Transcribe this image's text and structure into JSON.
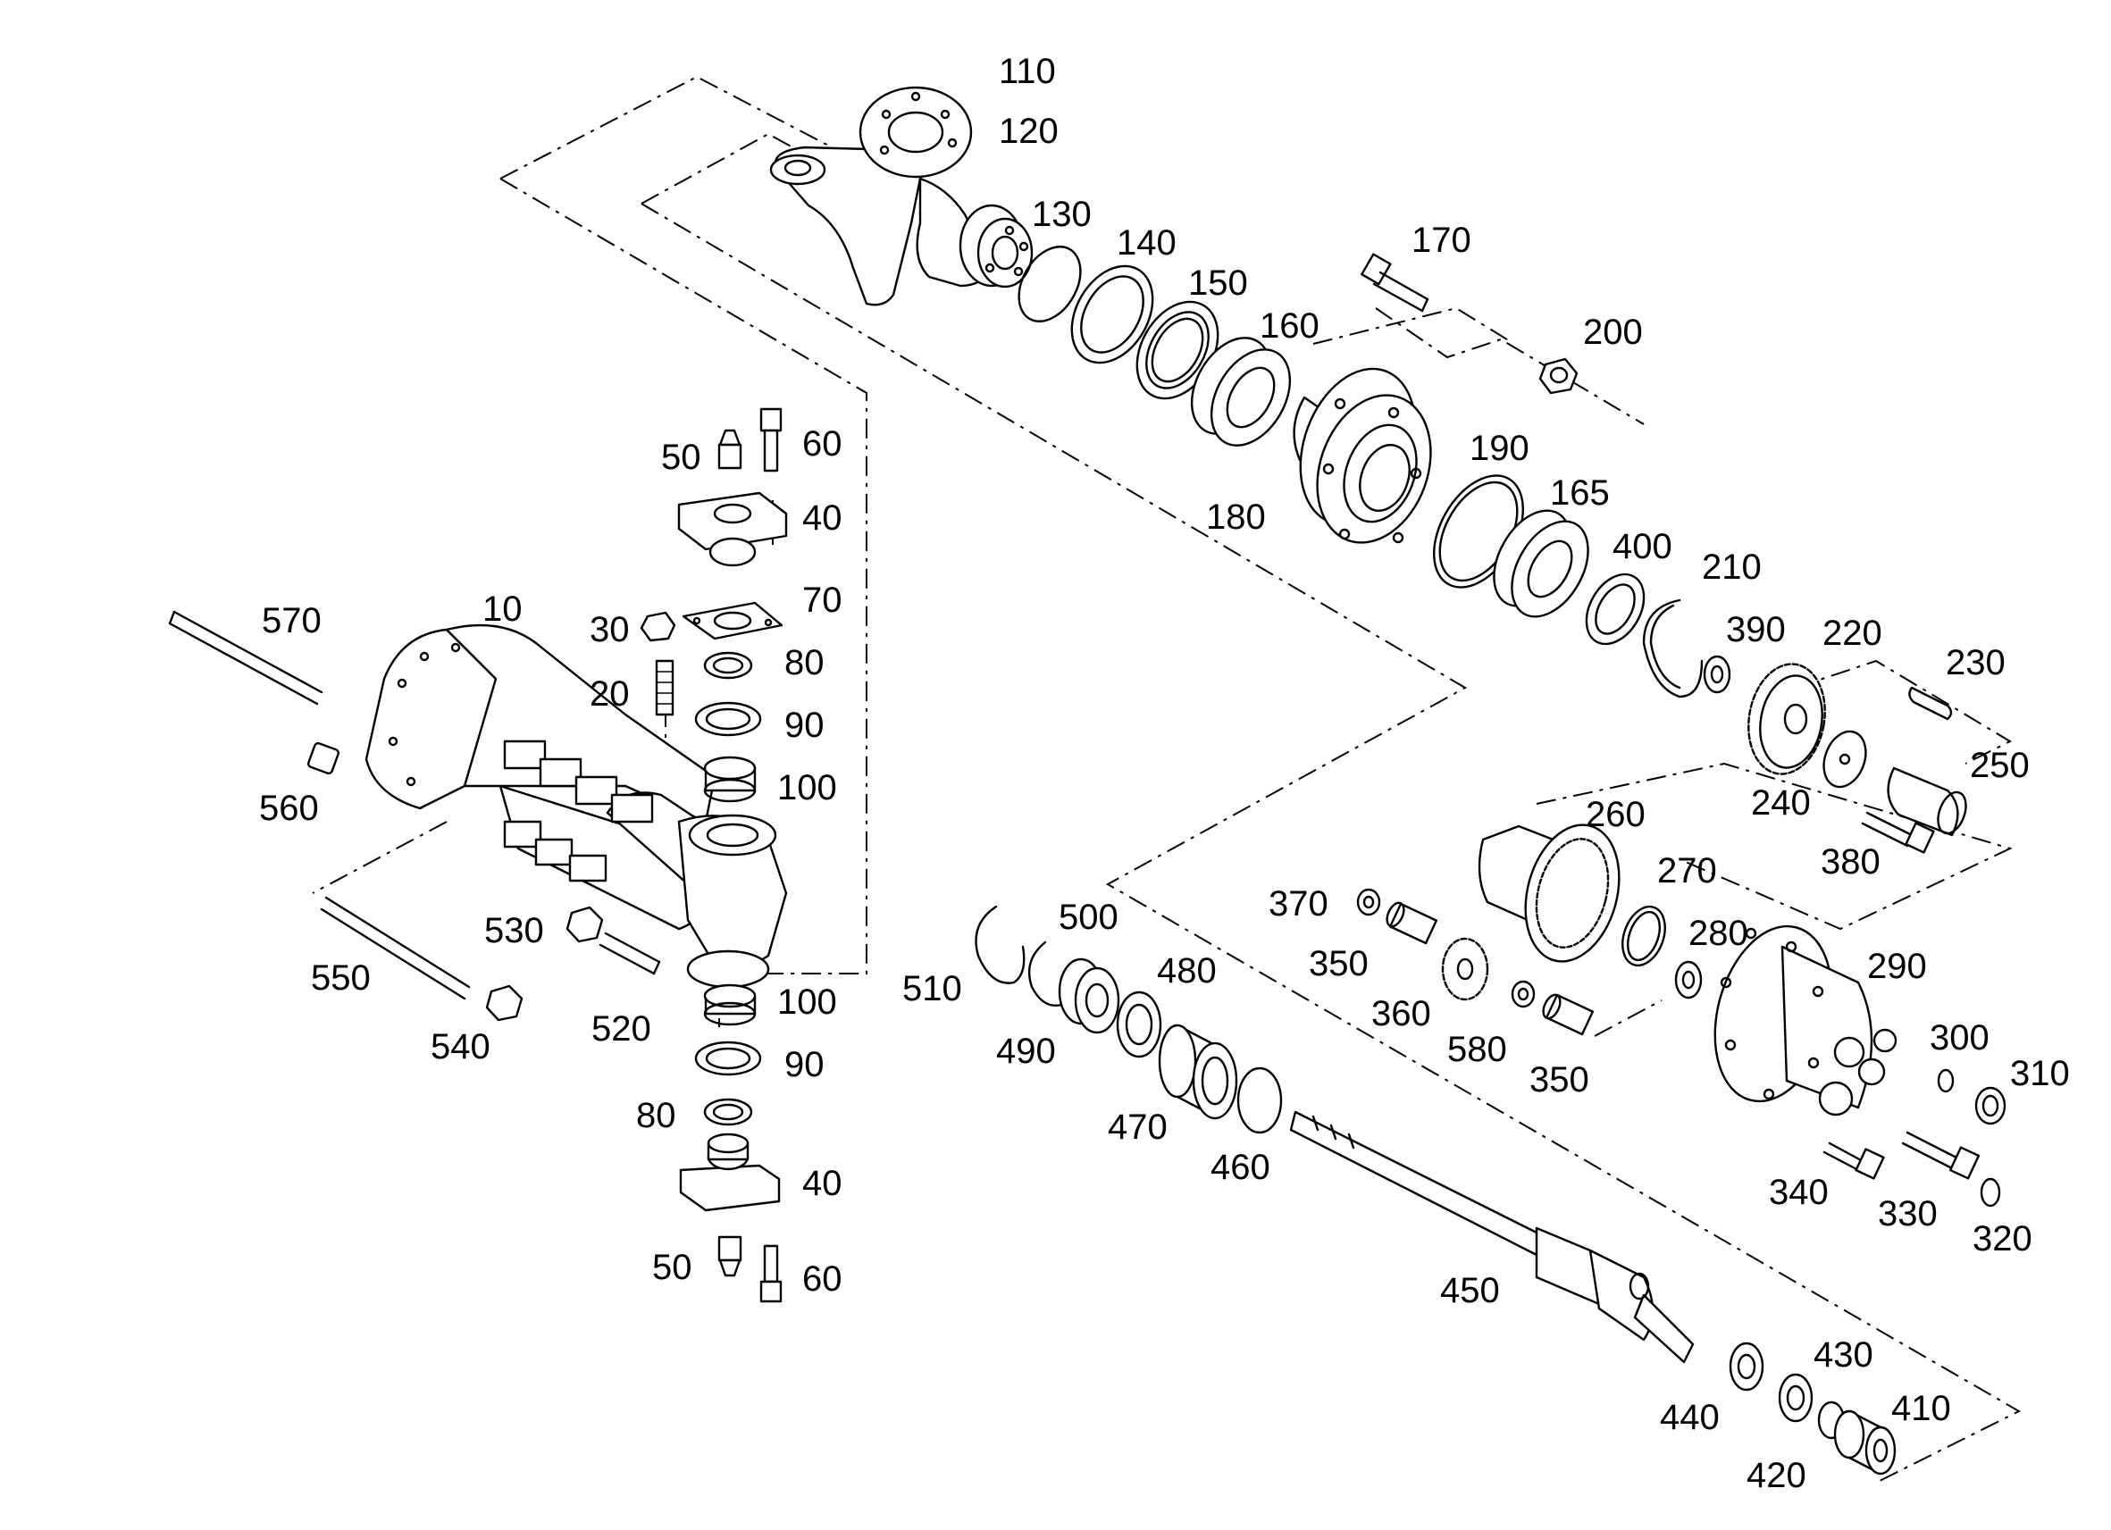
{
  "diagram": {
    "callouts": [
      {
        "id": "c110",
        "text": "110"
      },
      {
        "id": "c120",
        "text": "120"
      },
      {
        "id": "c130",
        "text": "130"
      },
      {
        "id": "c140",
        "text": "140"
      },
      {
        "id": "c150",
        "text": "150"
      },
      {
        "id": "c160",
        "text": "160"
      },
      {
        "id": "c170",
        "text": "170"
      },
      {
        "id": "c200",
        "text": "200"
      },
      {
        "id": "c190",
        "text": "190"
      },
      {
        "id": "c165",
        "text": "165"
      },
      {
        "id": "c180",
        "text": "180"
      },
      {
        "id": "c400",
        "text": "400"
      },
      {
        "id": "c210",
        "text": "210"
      },
      {
        "id": "c390",
        "text": "390"
      },
      {
        "id": "c220",
        "text": "220"
      },
      {
        "id": "c230",
        "text": "230"
      },
      {
        "id": "c240",
        "text": "240"
      },
      {
        "id": "c250",
        "text": "250"
      },
      {
        "id": "c380",
        "text": "380"
      },
      {
        "id": "c260",
        "text": "260"
      },
      {
        "id": "c270",
        "text": "270"
      },
      {
        "id": "c280",
        "text": "280"
      },
      {
        "id": "c290",
        "text": "290"
      },
      {
        "id": "c370",
        "text": "370"
      },
      {
        "id": "c350a",
        "text": "350"
      },
      {
        "id": "c360",
        "text": "360"
      },
      {
        "id": "c580",
        "text": "580"
      },
      {
        "id": "c350b",
        "text": "350"
      },
      {
        "id": "c300",
        "text": "300"
      },
      {
        "id": "c310",
        "text": "310"
      },
      {
        "id": "c340",
        "text": "340"
      },
      {
        "id": "c330",
        "text": "330"
      },
      {
        "id": "c320",
        "text": "320"
      },
      {
        "id": "c500",
        "text": "500"
      },
      {
        "id": "c510",
        "text": "510"
      },
      {
        "id": "c490",
        "text": "490"
      },
      {
        "id": "c480",
        "text": "480"
      },
      {
        "id": "c470",
        "text": "470"
      },
      {
        "id": "c460",
        "text": "460"
      },
      {
        "id": "c450",
        "text": "450"
      },
      {
        "id": "c430",
        "text": "430"
      },
      {
        "id": "c410",
        "text": "410"
      },
      {
        "id": "c440",
        "text": "440"
      },
      {
        "id": "c420",
        "text": "420"
      },
      {
        "id": "c50a",
        "text": "50"
      },
      {
        "id": "c60a",
        "text": "60"
      },
      {
        "id": "c40a",
        "text": "40"
      },
      {
        "id": "c70",
        "text": "70"
      },
      {
        "id": "c30",
        "text": "30"
      },
      {
        "id": "c80a",
        "text": "80"
      },
      {
        "id": "c20",
        "text": "20"
      },
      {
        "id": "c90a",
        "text": "90"
      },
      {
        "id": "c100a",
        "text": "100"
      },
      {
        "id": "c10",
        "text": "10"
      },
      {
        "id": "c570",
        "text": "570"
      },
      {
        "id": "c560",
        "text": "560"
      },
      {
        "id": "c530",
        "text": "530"
      },
      {
        "id": "c550",
        "text": "550"
      },
      {
        "id": "c520",
        "text": "520"
      },
      {
        "id": "c540",
        "text": "540"
      },
      {
        "id": "c100b",
        "text": "100"
      },
      {
        "id": "c90b",
        "text": "90"
      },
      {
        "id": "c80b",
        "text": "80"
      },
      {
        "id": "c40b",
        "text": "40"
      },
      {
        "id": "c50b",
        "text": "50"
      },
      {
        "id": "c60b",
        "text": "60"
      }
    ]
  }
}
